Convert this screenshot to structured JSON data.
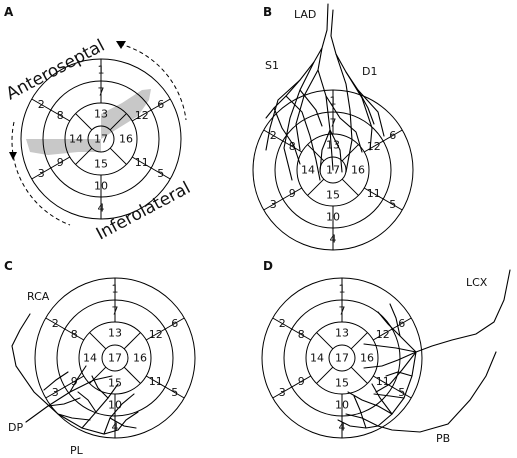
{
  "panels": {
    "a": {
      "letter": "A",
      "wall_top": "Anteroseptal",
      "wall_bottom": "Inferolateral",
      "shade_color": "#c8c8c8"
    },
    "b": {
      "letter": "B",
      "vessel_1": "LAD",
      "vessel_2": "S1",
      "vessel_3": "D1"
    },
    "c": {
      "letter": "C",
      "vessel_1": "RCA",
      "vessel_2": "DP",
      "vessel_3": "PL"
    },
    "d": {
      "letter": "D",
      "vessel_1": "LCX",
      "vessel_2": "PB"
    }
  },
  "segments": [
    "1",
    "2",
    "3",
    "4",
    "5",
    "6",
    "7",
    "8",
    "9",
    "10",
    "11",
    "12",
    "13",
    "14",
    "15",
    "16",
    "17"
  ]
}
